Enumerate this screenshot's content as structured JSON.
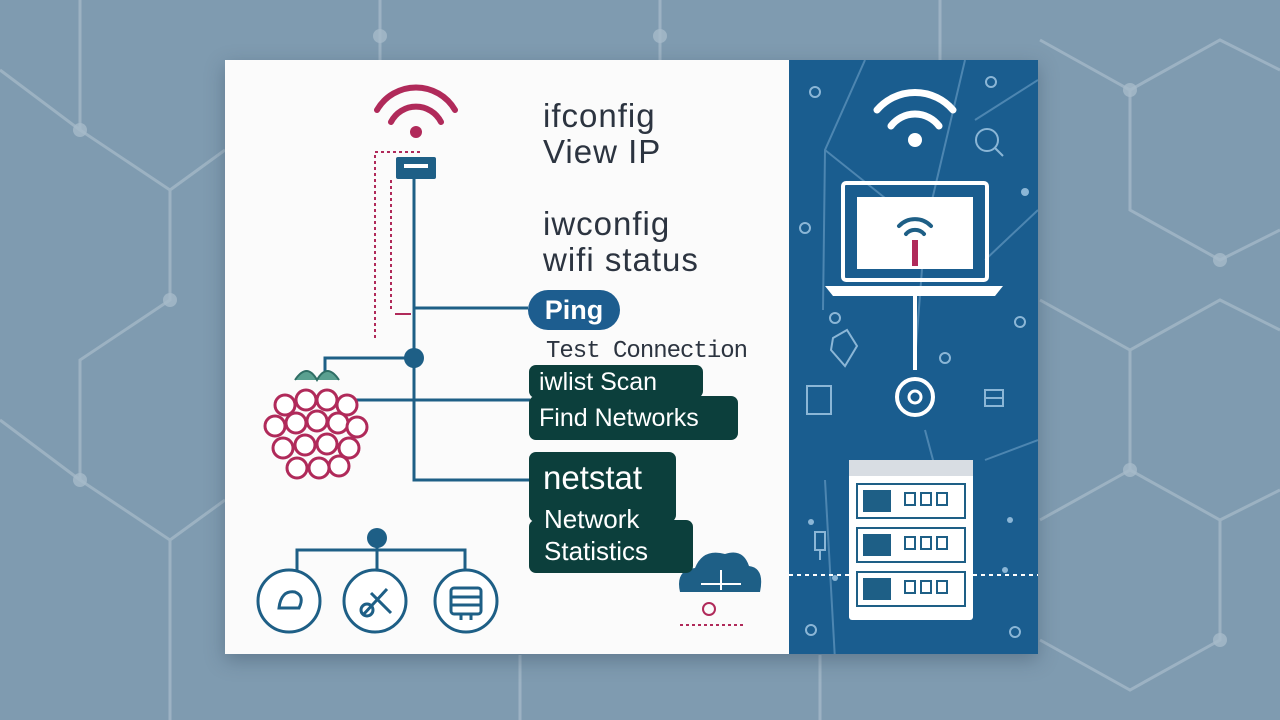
{
  "commands": [
    {
      "command": "ifconfig",
      "description": "View IP"
    },
    {
      "command": "iwconfig",
      "description": "wifi status"
    },
    {
      "command": "Ping",
      "description": "Test Connection"
    },
    {
      "command": "iwlist Scan",
      "description": "Find Networks"
    },
    {
      "command": "netstat",
      "description": "Network",
      "description2": "Statistics"
    }
  ],
  "colors": {
    "background": "#7f9bb0",
    "card": "#fbfbfb",
    "panel": "#1a5d8f",
    "accent": "#b02a5a",
    "line": "#1e5f86",
    "label_box": "#0c3f3c"
  },
  "icons": [
    "wifi-icon",
    "router-icon",
    "raspberry-pi-icon",
    "laptop-icon",
    "server-rack-icon",
    "cloud-icon",
    "search-icon"
  ]
}
